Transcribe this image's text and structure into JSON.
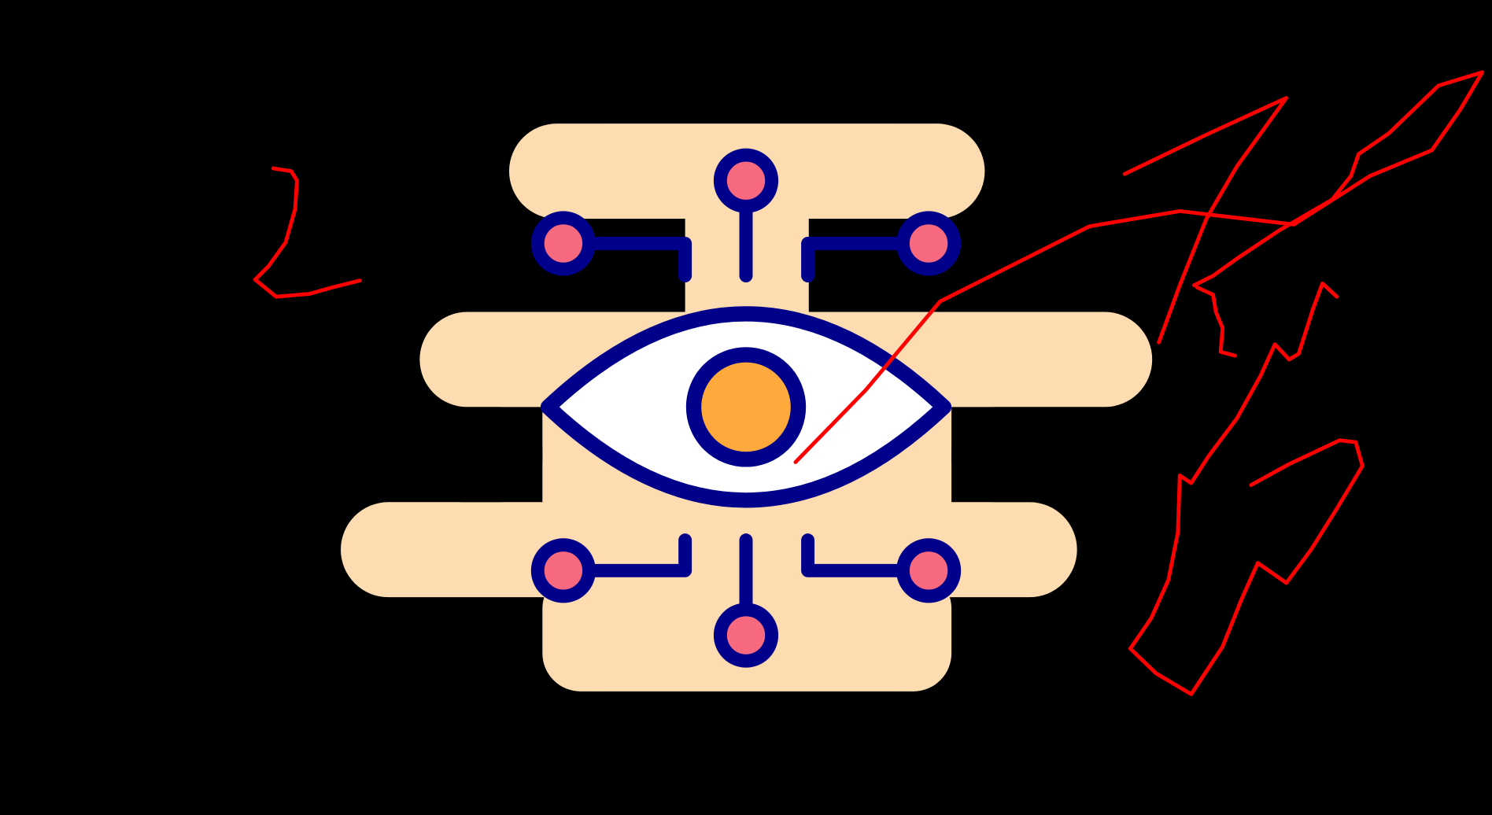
{
  "canvas": {
    "background": "#000000"
  },
  "illustration": {
    "name": "ai-vision-eye-icon",
    "colors": {
      "cloud": "#FDDCB2",
      "outline": "#00008B",
      "node": "#F7697F",
      "eye_white": "#FFFFFF",
      "iris": "#FDA93B"
    }
  },
  "annotations": {
    "color": "#FF0000",
    "items": [
      {
        "name": "number-scribble",
        "kind": "handwritten-digit"
      },
      {
        "name": "diagonal-strike",
        "kind": "freehand-line"
      },
      {
        "name": "scribble-upper-right",
        "kind": "freehand-scribble"
      },
      {
        "name": "scribble-lower-right",
        "kind": "freehand-scribble"
      }
    ]
  }
}
